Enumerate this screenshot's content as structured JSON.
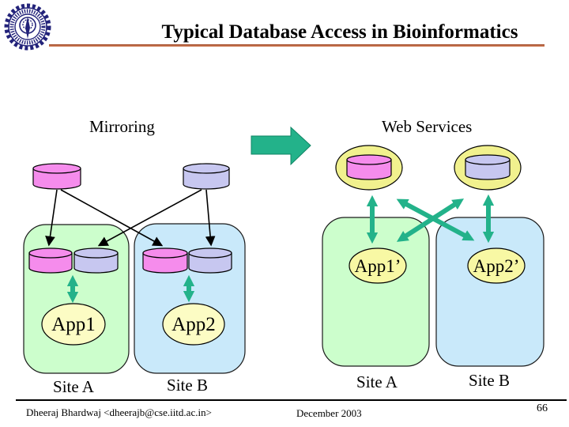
{
  "header": {
    "title": "Typical Database Access in Bioinformatics",
    "logo_icon": "iit-delhi-emblem"
  },
  "mirroring": {
    "label": "Mirroring",
    "site_a": {
      "app_label": "App1",
      "site_label": "Site A"
    },
    "site_b": {
      "app_label": "App2",
      "site_label": "Site B"
    }
  },
  "web_services": {
    "label": "Web Services",
    "site_a": {
      "app_label": "App1’",
      "site_label": "Site A"
    },
    "site_b": {
      "app_label": "App2’",
      "site_label": "Site B"
    }
  },
  "footer": {
    "author": "Dheeraj Bhardwaj <dheerajb@cse.iitd.ac.in>",
    "date": "December  2003",
    "page_number": "66"
  },
  "icons": {
    "database": "database-cylinder-icon",
    "transform": "big-right-arrow-icon",
    "sync": "double-headed-arrow-icon",
    "replication": "black-arrow-icon"
  },
  "colors": {
    "database_pink": "#F58CEC",
    "database_lavender": "#C7C7F0",
    "site_green": "#CCFECC",
    "site_blue": "#C9E9FA",
    "service_ellipse_yellow": "#F1F18E",
    "app_ellipse_yellow": "#FCFCC4",
    "app_ellipse_yellow_right": "#F8F8A4",
    "sync_arrow_teal": "#23B28A",
    "title_underline": "#B45A3A",
    "logo_navy": "#23237A"
  }
}
